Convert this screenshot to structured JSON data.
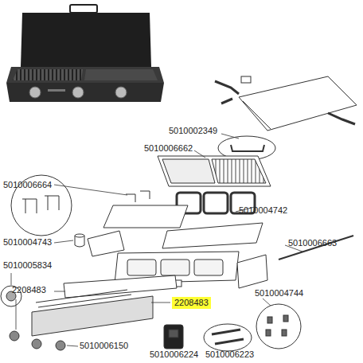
{
  "diagram": {
    "nodes": [
      {
        "text": [
          "2208483"
        ]
      }
    ],
    "labels": [
      "5010002349",
      "5010006662",
      "5010006664",
      "5010004742",
      "5010004743",
      "5010006663",
      "5010005834",
      "2208483",
      "5010004744",
      "5010006150",
      "5010006224",
      "5010006223"
    ]
  }
}
